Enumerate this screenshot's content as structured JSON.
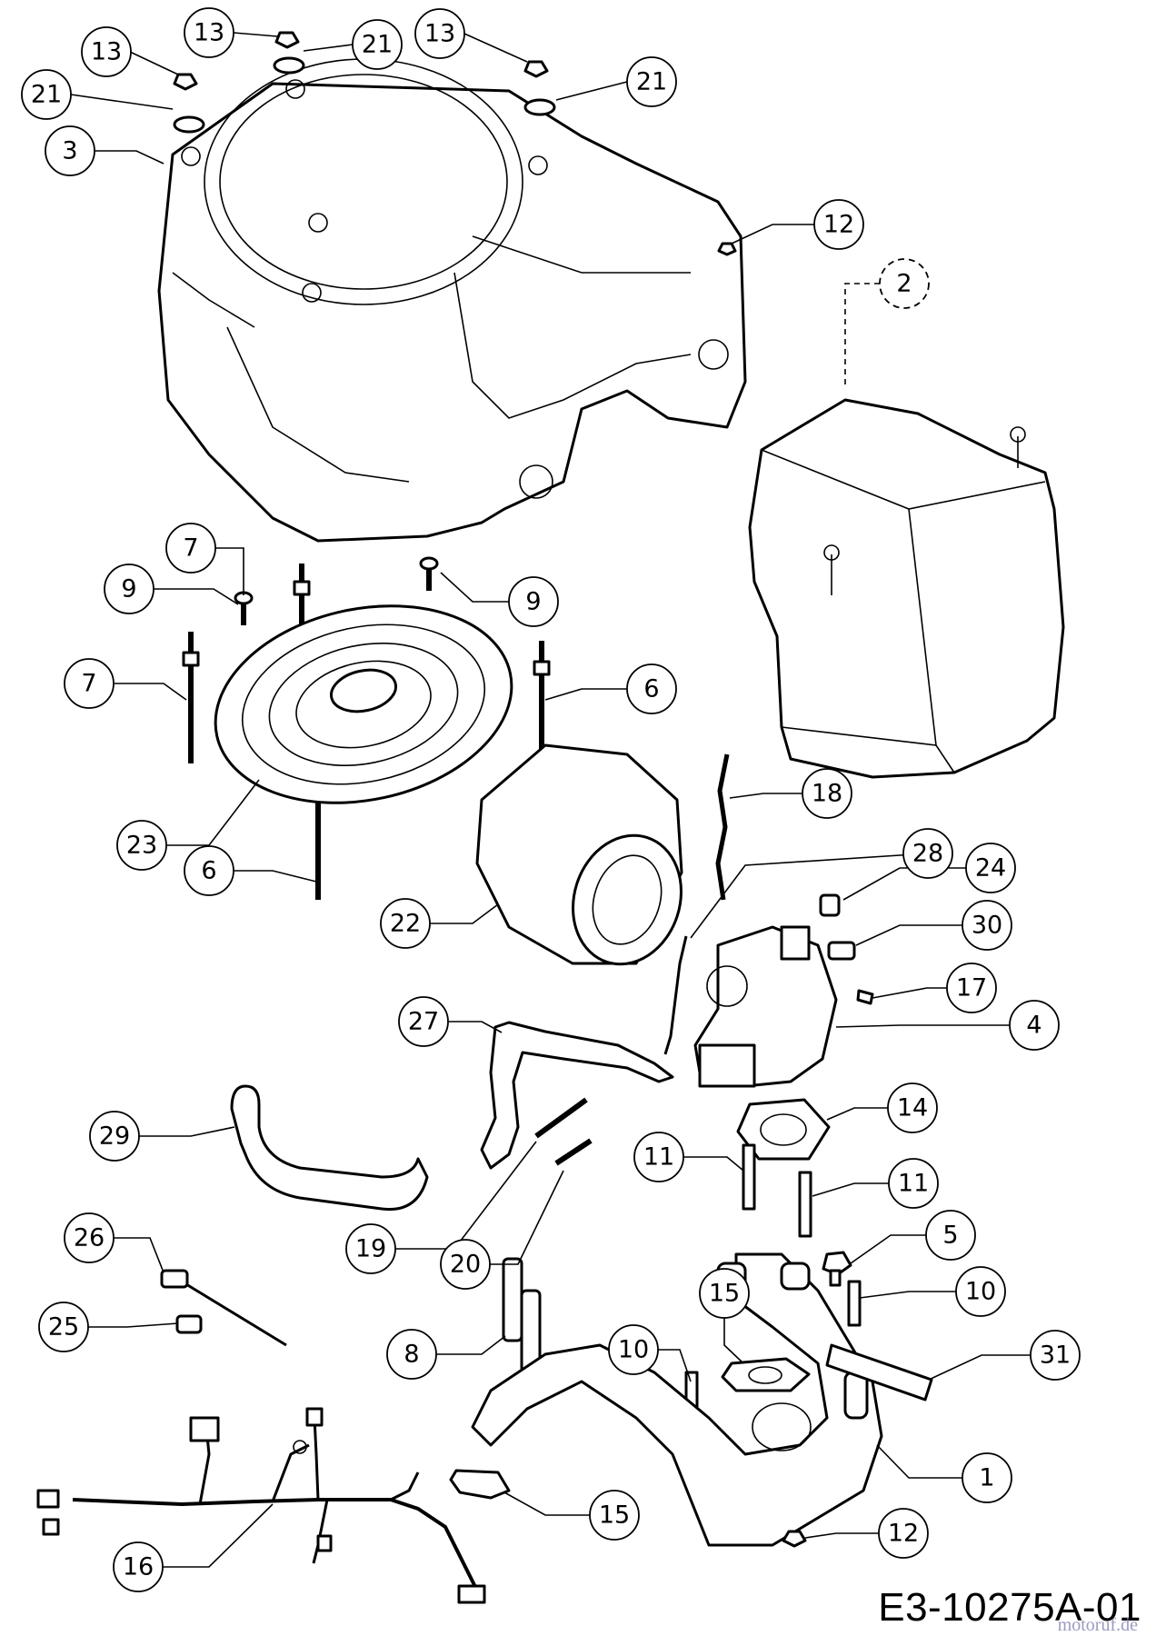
{
  "callouts": [
    {
      "label": "13"
    },
    {
      "label": "13"
    },
    {
      "label": "13"
    },
    {
      "label": "21"
    },
    {
      "label": "21"
    },
    {
      "label": "21"
    },
    {
      "label": "3"
    },
    {
      "label": "12"
    },
    {
      "label": "2"
    },
    {
      "label": "7"
    },
    {
      "label": "9"
    },
    {
      "label": "9"
    },
    {
      "label": "7"
    },
    {
      "label": "6"
    },
    {
      "label": "23"
    },
    {
      "label": "6"
    },
    {
      "label": "18"
    },
    {
      "label": "28"
    },
    {
      "label": "24"
    },
    {
      "label": "22"
    },
    {
      "label": "30"
    },
    {
      "label": "17"
    },
    {
      "label": "27"
    },
    {
      "label": "4"
    },
    {
      "label": "14"
    },
    {
      "label": "29"
    },
    {
      "label": "11"
    },
    {
      "label": "11"
    },
    {
      "label": "19"
    },
    {
      "label": "5"
    },
    {
      "label": "26"
    },
    {
      "label": "20"
    },
    {
      "label": "15"
    },
    {
      "label": "10"
    },
    {
      "label": "25"
    },
    {
      "label": "8"
    },
    {
      "label": "10"
    },
    {
      "label": "31"
    },
    {
      "label": "1"
    },
    {
      "label": "15"
    },
    {
      "label": "12"
    },
    {
      "label": "16"
    }
  ],
  "drawing_code": "E3-10275A-01",
  "watermark": "motoruf.de"
}
